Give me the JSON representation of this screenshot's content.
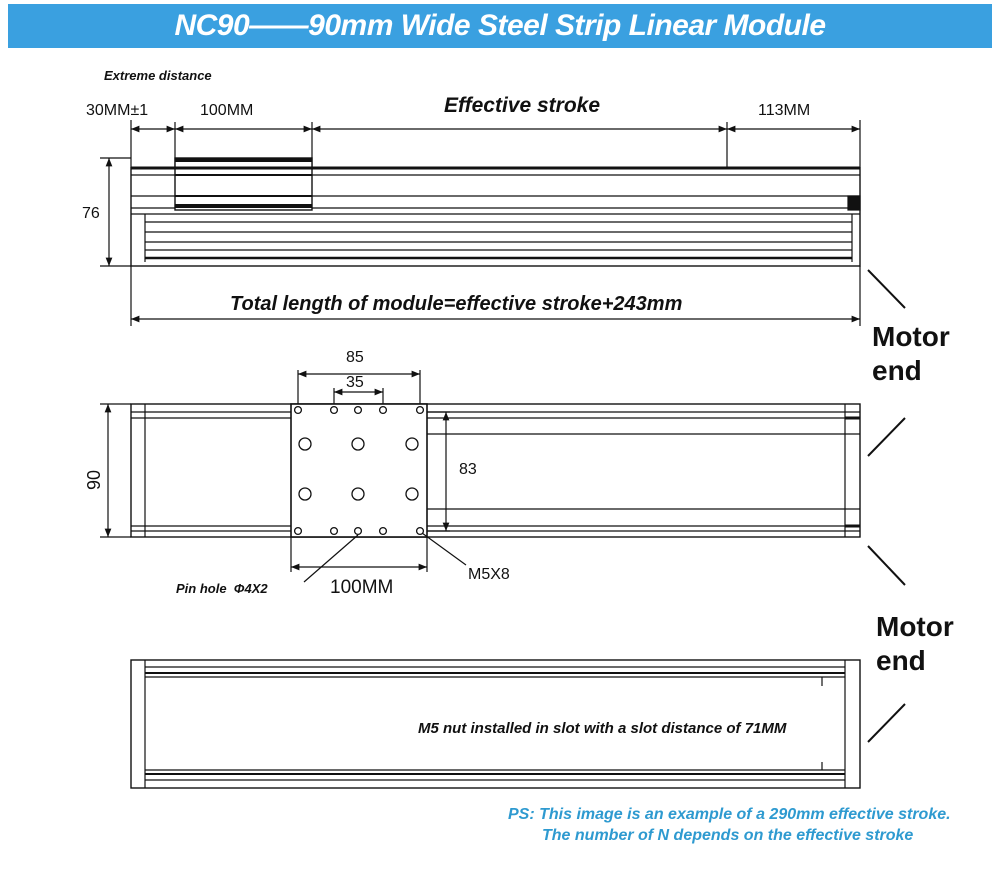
{
  "title": "NC90——90mm Wide Steel Strip Linear Module",
  "side_view": {
    "extreme_distance_label": "Extreme distance",
    "left_gap": "30MM±1",
    "slider_length": "100MM",
    "effective_stroke_label": "Effective stroke",
    "right_gap": "113MM",
    "height": "76",
    "total_length": "Total length of module=effective stroke+243mm"
  },
  "top_view": {
    "width": "90",
    "hole_span_outer": "85",
    "hole_span_inner": "35",
    "plate_height": "83",
    "pin_hole": "Pin hole  Φ4X2",
    "plate_length": "100MM",
    "screw": "M5X8"
  },
  "bottom_view": {
    "slot_note": "M5 nut installed in slot with a slot distance of 71MM"
  },
  "motor_end_labels": [
    "Motor",
    "end",
    "Motor",
    "end"
  ],
  "ps_note": {
    "line1": "PS: This image is an example of a 290mm effective stroke.",
    "line2": "The number of N depends on the effective stroke"
  },
  "colors": {
    "banner": "#3aa0e0",
    "note": "#2e9ad0",
    "line": "#111111"
  }
}
